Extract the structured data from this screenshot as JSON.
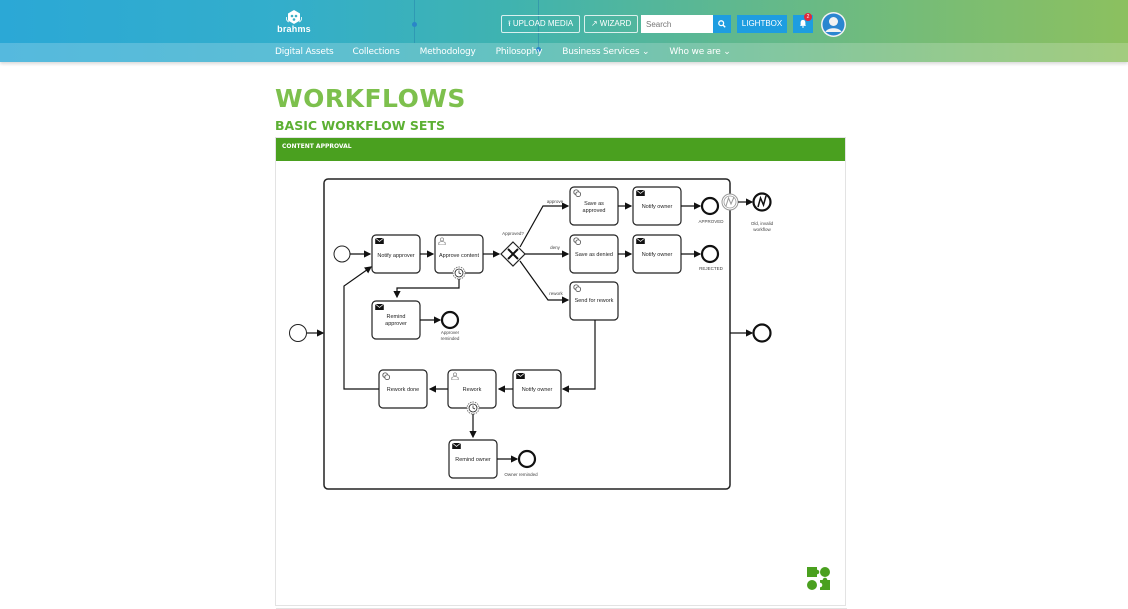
{
  "header": {
    "logo_text": "brahms",
    "upload_media_label": "UPLOAD MEDIA",
    "wizard_label": "WIZARD",
    "search_placeholder": "Search",
    "lightbox_label": "LIGHTBOX",
    "notification_count": "2",
    "nav": [
      {
        "label": "Digital Assets"
      },
      {
        "label": "Collections"
      },
      {
        "label": "Methodology"
      },
      {
        "label": "Philosophy"
      },
      {
        "label": "Business Services ⌄"
      },
      {
        "label": "Who we are ⌄"
      }
    ]
  },
  "page": {
    "title": "WORKFLOWS",
    "subtitle": "BASIC WORKFLOW SETS"
  },
  "panel": {
    "title": "CONTENT APPROVAL"
  },
  "diagram": {
    "tasks": {
      "notify_approver": "Notify approver",
      "approve_content": "Approve content",
      "remind_approver_1": "Remind",
      "remind_approver_2": "approver",
      "save_approved_1": "Save as",
      "save_approved_2": "approved",
      "notify_owner_a": "Notify owner",
      "save_denied": "Save as denied",
      "notify_owner_b": "Notify owner",
      "send_rework": "Send for rework",
      "notify_owner_c": "Notify owner",
      "rework": "Rework",
      "rework_done": "Rework done",
      "remind_owner": "Remind owner"
    },
    "gateway_label": "Approved?",
    "flow_labels": {
      "approve": "approve",
      "deny": "deny",
      "rework": "rework"
    },
    "events": {
      "approved": "APPROVED",
      "rejected": "REJECTED",
      "approver_reminded_1": "Approver",
      "approver_reminded_2": "reminded",
      "owner_reminded": "Owner reminded",
      "invalid_1": "Old, invalid",
      "invalid_2": "workflow"
    }
  },
  "colors": {
    "brand_green": "#7dc04d",
    "panel_header": "#4aa01f",
    "accent_blue": "#1e9de0"
  }
}
